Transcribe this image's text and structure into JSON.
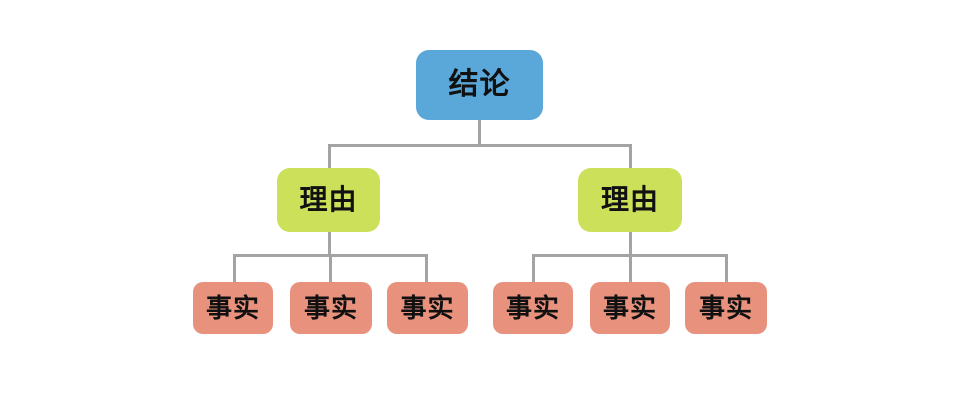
{
  "diagram": {
    "type": "tree",
    "structure": "pyramid-principle",
    "conclusion": {
      "label": "结论"
    },
    "reasons": [
      {
        "label": "理由"
      },
      {
        "label": "理由"
      }
    ],
    "facts": [
      {
        "label": "事实"
      },
      {
        "label": "事实"
      },
      {
        "label": "事实"
      },
      {
        "label": "事实"
      },
      {
        "label": "事实"
      },
      {
        "label": "事实"
      }
    ]
  },
  "colors": {
    "conclusion": "#5aa8da",
    "reason": "#cce05a",
    "fact": "#e8927e",
    "connector": "#a3a3a3",
    "text": "#111111",
    "background": "#ffffff"
  }
}
